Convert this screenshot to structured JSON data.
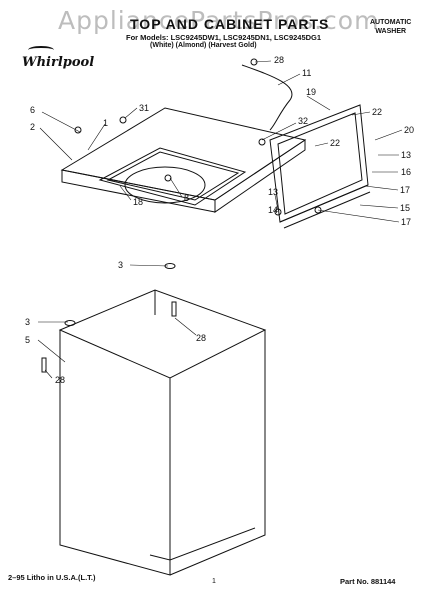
{
  "header": {
    "watermark": "AppliancePartsPros.com",
    "title": "TOP AND CABINET PARTS",
    "models": "For Models: LSC9245DW1, LSC9245DN1, LSC9245DG1",
    "colors": "(White)   (Almond)   (Harvest Gold)",
    "auto_line1": "AUTOMATIC",
    "auto_line2": "WASHER",
    "brand": "Whirlpool"
  },
  "callouts": [
    "28",
    "11",
    "19",
    "6",
    "31",
    "22",
    "2",
    "1",
    "32",
    "20",
    "22",
    "13",
    "16",
    "18",
    "8",
    "13",
    "17",
    "14",
    "15",
    "17",
    "3",
    "28",
    "3",
    "5",
    "28"
  ],
  "footer": {
    "print_code": "2–95 Litho in U.S.A.(L.T.)",
    "page": "1",
    "part_no": "Part No. 881144"
  }
}
